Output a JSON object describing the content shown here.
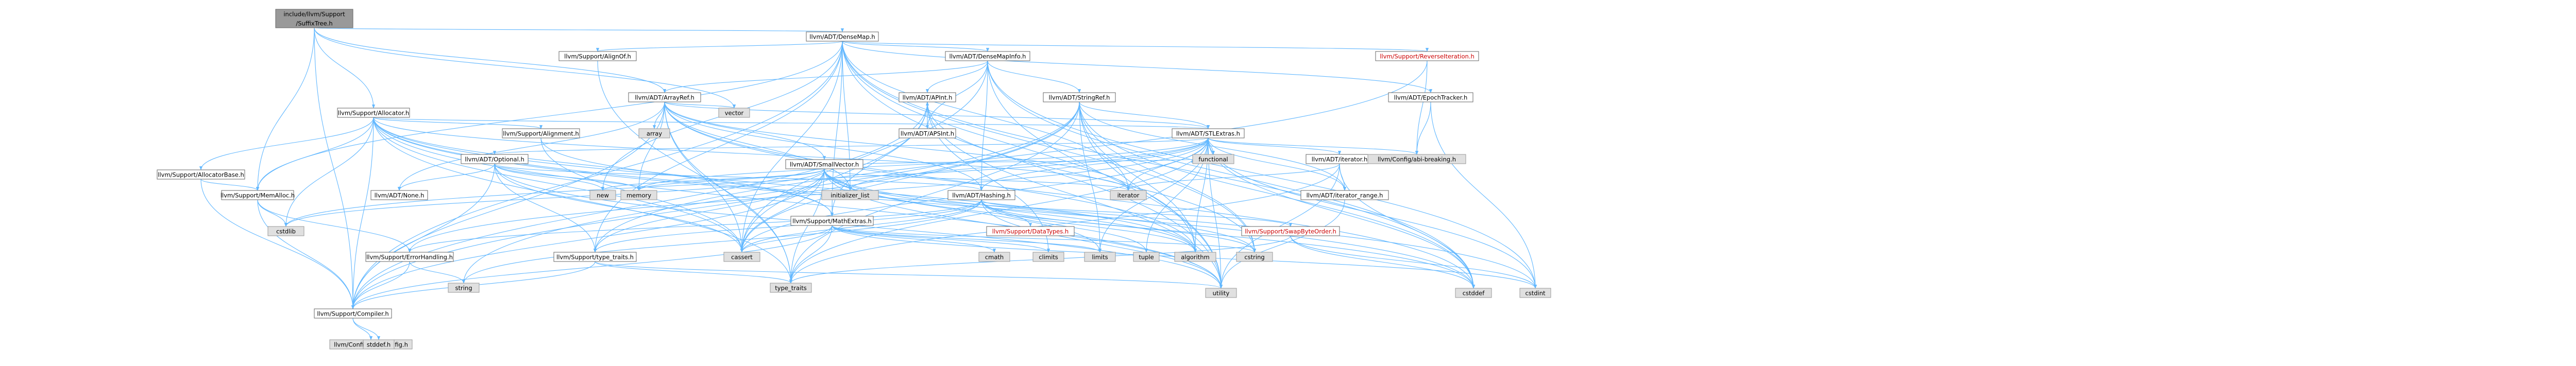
{
  "colors": {
    "root_fill": "#999999",
    "root_stroke": "#666666",
    "node_fill": "#ffffff",
    "node_stroke": "#666666",
    "system_fill": "#e0e0e0",
    "system_stroke": "#999999",
    "cycle_text": "#cc0000",
    "node_text": "#000000",
    "edge": "#63b8ff"
  },
  "nodes": [
    {
      "id": "root",
      "label": "include/llvm/Support\n/SuffixTree.h",
      "kind": "root"
    },
    {
      "id": "densemap",
      "label": "llvm/ADT/DenseMap.h",
      "kind": "header"
    },
    {
      "id": "densemapinfo",
      "label": "llvm/ADT/DenseMapInfo.h",
      "kind": "header"
    },
    {
      "id": "reversein",
      "label": "llvm/Support/ReverseIteration.h",
      "kind": "cycle"
    },
    {
      "id": "epochtracker",
      "label": "llvm/ADT/EpochTracker.h",
      "kind": "header"
    },
    {
      "id": "alignof",
      "label": "llvm/Support/AlignOf.h",
      "kind": "header"
    },
    {
      "id": "allocator",
      "label": "llvm/Support/Allocator.h",
      "kind": "header"
    },
    {
      "id": "arrayref",
      "label": "llvm/ADT/ArrayRef.h",
      "kind": "header"
    },
    {
      "id": "apint",
      "label": "llvm/ADT/APInt.h",
      "kind": "header"
    },
    {
      "id": "stringref",
      "label": "llvm/ADT/StringRef.h",
      "kind": "header"
    },
    {
      "id": "apsint",
      "label": "llvm/ADT/APSInt.h",
      "kind": "header"
    },
    {
      "id": "stlextras",
      "label": "llvm/ADT/STLExtras.h",
      "kind": "header"
    },
    {
      "id": "iteratorh",
      "label": "llvm/ADT/iterator.h",
      "kind": "header"
    },
    {
      "id": "iteratorrange",
      "label": "llvm/ADT/iterator_range.h",
      "kind": "header"
    },
    {
      "id": "smallvector",
      "label": "llvm/ADT/SmallVector.h",
      "kind": "header"
    },
    {
      "id": "optional",
      "label": "llvm/ADT/Optional.h",
      "kind": "header"
    },
    {
      "id": "noneh",
      "label": "llvm/ADT/None.h",
      "kind": "header"
    },
    {
      "id": "hashing",
      "label": "llvm/ADT/Hashing.h",
      "kind": "header"
    },
    {
      "id": "mathextras",
      "label": "llvm/Support/MathExtras.h",
      "kind": "header"
    },
    {
      "id": "alignment",
      "label": "llvm/Support/Alignment.h",
      "kind": "header"
    },
    {
      "id": "allocatorbase",
      "label": "llvm/Support/AllocatorBase.h",
      "kind": "header"
    },
    {
      "id": "memalloc",
      "label": "llvm/Support/MemAlloc.h",
      "kind": "header"
    },
    {
      "id": "errorhandling",
      "label": "llvm/Support/ErrorHandling.h",
      "kind": "header"
    },
    {
      "id": "typetraits",
      "label": "llvm/Support/type_traits.h",
      "kind": "header"
    },
    {
      "id": "compiler",
      "label": "llvm/Support/Compiler.h",
      "kind": "header"
    },
    {
      "id": "llvmconfig",
      "label": "llvm/Config/llvm-config.h",
      "kind": "system"
    },
    {
      "id": "abibreaking",
      "label": "llvm/Config/abi-breaking.h",
      "kind": "system"
    },
    {
      "id": "datatypes",
      "label": "llvm/Support/DataTypes.h",
      "kind": "cycle"
    },
    {
      "id": "swapbyteorder",
      "label": "llvm/Support/SwapByteOrder.h",
      "kind": "cycle"
    },
    {
      "id": "s_array",
      "label": "array",
      "kind": "system"
    },
    {
      "id": "s_vector",
      "label": "vector",
      "kind": "system"
    },
    {
      "id": "s_functional",
      "label": "functional",
      "kind": "system"
    },
    {
      "id": "s_iterator",
      "label": "iterator",
      "kind": "system"
    },
    {
      "id": "s_memory",
      "label": "memory",
      "kind": "system"
    },
    {
      "id": "s_new",
      "label": "new",
      "kind": "system"
    },
    {
      "id": "s_initlist",
      "label": "initializer_list",
      "kind": "system"
    },
    {
      "id": "s_cstdlib",
      "label": "cstdlib",
      "kind": "system"
    },
    {
      "id": "s_cassert",
      "label": "cassert",
      "kind": "system"
    },
    {
      "id": "s_cmath",
      "label": "cmath",
      "kind": "system"
    },
    {
      "id": "s_climits",
      "label": "climits",
      "kind": "system"
    },
    {
      "id": "s_limits",
      "label": "limits",
      "kind": "system"
    },
    {
      "id": "s_tuple",
      "label": "tuple",
      "kind": "system"
    },
    {
      "id": "s_algorithm",
      "label": "algorithm",
      "kind": "system"
    },
    {
      "id": "s_cstring",
      "label": "cstring",
      "kind": "system"
    },
    {
      "id": "s_string",
      "label": "string",
      "kind": "system"
    },
    {
      "id": "s_typetraits",
      "label": "type_traits",
      "kind": "system"
    },
    {
      "id": "s_utility",
      "label": "utility",
      "kind": "system"
    },
    {
      "id": "s_cstdint",
      "label": "cstdint",
      "kind": "system"
    },
    {
      "id": "s_cstddef",
      "label": "cstddef",
      "kind": "system"
    },
    {
      "id": "s_stddef",
      "label": "stddef.h",
      "kind": "system"
    }
  ],
  "edges": [
    [
      "root",
      "densemap"
    ],
    [
      "root",
      "allocator"
    ],
    [
      "root",
      "arrayref"
    ],
    [
      "root",
      "compiler"
    ],
    [
      "root",
      "memalloc"
    ],
    [
      "root",
      "s_vector"
    ],
    [
      "densemap",
      "densemapinfo"
    ],
    [
      "densemap",
      "epochtracker"
    ],
    [
      "densemap",
      "alignof"
    ],
    [
      "densemap",
      "compiler"
    ],
    [
      "densemap",
      "mathextras"
    ],
    [
      "densemap",
      "memalloc"
    ],
    [
      "densemap",
      "reversein"
    ],
    [
      "densemap",
      "typetraits"
    ],
    [
      "densemap",
      "s_algorithm"
    ],
    [
      "densemap",
      "s_cassert"
    ],
    [
      "densemap",
      "s_cstddef"
    ],
    [
      "densemap",
      "s_cstring"
    ],
    [
      "densemap",
      "s_initlist"
    ],
    [
      "densemap",
      "s_iterator"
    ],
    [
      "densemap",
      "s_new"
    ],
    [
      "densemap",
      "s_utility"
    ],
    [
      "densemapinfo",
      "apint"
    ],
    [
      "densemapinfo",
      "apsint"
    ],
    [
      "densemapinfo",
      "arrayref"
    ],
    [
      "densemapinfo",
      "hashing"
    ],
    [
      "densemapinfo",
      "stringref"
    ],
    [
      "densemapinfo",
      "s_cassert"
    ],
    [
      "densemapinfo",
      "s_cstddef"
    ],
    [
      "densemapinfo",
      "s_cstdint"
    ],
    [
      "densemapinfo",
      "s_utility"
    ],
    [
      "reversein",
      "abibreaking"
    ],
    [
      "reversein",
      "typetraits"
    ],
    [
      "epochtracker",
      "abibreaking"
    ],
    [
      "epochtracker",
      "s_cstdint"
    ],
    [
      "alignof",
      "s_typetraits"
    ],
    [
      "allocator",
      "stlextras"
    ],
    [
      "allocator",
      "alignment"
    ],
    [
      "allocator",
      "allocatorbase"
    ],
    [
      "allocator",
      "compiler"
    ],
    [
      "allocator",
      "mathextras"
    ],
    [
      "allocator",
      "memalloc"
    ],
    [
      "allocator",
      "s_algorithm"
    ],
    [
      "allocator",
      "s_cassert"
    ],
    [
      "allocator",
      "s_cstddef"
    ],
    [
      "allocator",
      "s_cstdint"
    ],
    [
      "allocator",
      "s_cstdlib"
    ],
    [
      "allocator",
      "s_iterator"
    ],
    [
      "allocator",
      "s_typetraits"
    ],
    [
      "allocator",
      "s_utility"
    ],
    [
      "arrayref",
      "hashing"
    ],
    [
      "arrayref",
      "noneh"
    ],
    [
      "arrayref",
      "smallvector"
    ],
    [
      "arrayref",
      "stlextras"
    ],
    [
      "arrayref",
      "compiler"
    ],
    [
      "arrayref",
      "s_algorithm"
    ],
    [
      "arrayref",
      "s_array"
    ],
    [
      "arrayref",
      "s_cassert"
    ],
    [
      "arrayref",
      "s_cstddef"
    ],
    [
      "arrayref",
      "s_initlist"
    ],
    [
      "arrayref",
      "s_iterator"
    ],
    [
      "arrayref",
      "s_memory"
    ],
    [
      "arrayref",
      "s_typetraits"
    ],
    [
      "arrayref",
      "s_vector"
    ],
    [
      "apint",
      "compiler"
    ],
    [
      "apint",
      "mathextras"
    ],
    [
      "apint",
      "s_cassert"
    ],
    [
      "apint",
      "s_climits"
    ],
    [
      "apint",
      "s_cstring"
    ],
    [
      "apint",
      "s_utility"
    ],
    [
      "apsint",
      "apint"
    ],
    [
      "stringref",
      "stlextras"
    ],
    [
      "stringref",
      "iteratorrange"
    ],
    [
      "stringref",
      "compiler"
    ],
    [
      "stringref",
      "s_algorithm"
    ],
    [
      "stringref",
      "s_cassert"
    ],
    [
      "stringref",
      "s_cstddef"
    ],
    [
      "stringref",
      "s_cstring"
    ],
    [
      "stringref",
      "s_limits"
    ],
    [
      "stringref",
      "s_string"
    ],
    [
      "stringref",
      "s_typetraits"
    ],
    [
      "stringref",
      "s_utility"
    ],
    [
      "stlextras",
      "optional"
    ],
    [
      "stlextras",
      "iteratorh"
    ],
    [
      "stlextras",
      "iteratorrange"
    ],
    [
      "stlextras",
      "hashing"
    ],
    [
      "stlextras",
      "abibreaking"
    ],
    [
      "stlextras",
      "errorhandling"
    ],
    [
      "stlextras",
      "s_algorithm"
    ],
    [
      "stlextras",
      "s_cassert"
    ],
    [
      "stlextras",
      "s_cstddef"
    ],
    [
      "stlextras",
      "s_cstdint"
    ],
    [
      "stlextras",
      "s_cstdlib"
    ],
    [
      "stlextras",
      "s_functional"
    ],
    [
      "stlextras",
      "s_initlist"
    ],
    [
      "stlextras",
      "s_iterator"
    ],
    [
      "stlextras",
      "s_limits"
    ],
    [
      "stlextras",
      "s_memory"
    ],
    [
      "stlextras",
      "s_tuple"
    ],
    [
      "stlextras",
      "s_typetraits"
    ],
    [
      "stlextras",
      "s_utility"
    ],
    [
      "iteratorh",
      "iteratorrange"
    ],
    [
      "iteratorh",
      "s_cstddef"
    ],
    [
      "iteratorh",
      "s_iterator"
    ],
    [
      "iteratorh",
      "s_typetraits"
    ],
    [
      "iteratorh",
      "s_utility"
    ],
    [
      "iteratorrange",
      "s_utility"
    ],
    [
      "smallvector",
      "compiler"
    ],
    [
      "smallvector",
      "typetraits"
    ],
    [
      "smallvector",
      "s_algorithm"
    ],
    [
      "smallvector",
      "s_cassert"
    ],
    [
      "smallvector",
      "s_cstddef"
    ],
    [
      "smallvector",
      "s_cstdlib"
    ],
    [
      "smallvector",
      "s_cstring"
    ],
    [
      "smallvector",
      "s_functional"
    ],
    [
      "smallvector",
      "s_initlist"
    ],
    [
      "smallvector",
      "s_iterator"
    ],
    [
      "smallvector",
      "s_limits"
    ],
    [
      "smallvector",
      "s_memory"
    ],
    [
      "smallvector",
      "s_new"
    ],
    [
      "smallvector",
      "s_typetraits"
    ],
    [
      "smallvector",
      "s_utility"
    ],
    [
      "optional",
      "hashing"
    ],
    [
      "optional",
      "noneh"
    ],
    [
      "optional",
      "compiler"
    ],
    [
      "optional",
      "typetraits"
    ],
    [
      "optional",
      "s_cassert"
    ],
    [
      "optional",
      "s_memory"
    ],
    [
      "optional",
      "s_new"
    ],
    [
      "optional",
      "s_utility"
    ],
    [
      "hashing",
      "errorhandling"
    ],
    [
      "hashing",
      "datatypes"
    ],
    [
      "hashing",
      "swapbyteorder"
    ],
    [
      "hashing",
      "typetraits"
    ],
    [
      "hashing",
      "s_algorithm"
    ],
    [
      "hashing",
      "s_cassert"
    ],
    [
      "hashing",
      "s_cstring"
    ],
    [
      "hashing",
      "s_string"
    ],
    [
      "hashing",
      "s_tuple"
    ],
    [
      "hashing",
      "s_utility"
    ],
    [
      "mathextras",
      "compiler"
    ],
    [
      "mathextras",
      "s_cassert"
    ],
    [
      "mathextras",
      "s_climits"
    ],
    [
      "mathextras",
      "s_cmath"
    ],
    [
      "mathextras",
      "s_cstdint"
    ],
    [
      "mathextras",
      "s_cstring"
    ],
    [
      "mathextras",
      "s_limits"
    ],
    [
      "mathextras",
      "s_typetraits"
    ],
    [
      "alignment",
      "mathextras"
    ],
    [
      "alignment",
      "s_cassert"
    ],
    [
      "alignment",
      "s_optional_dummy"
    ],
    [
      "allocatorbase",
      "compiler"
    ],
    [
      "allocatorbase",
      "memalloc"
    ],
    [
      "memalloc",
      "compiler"
    ],
    [
      "memalloc",
      "errorhandling"
    ],
    [
      "memalloc",
      "s_cstdlib"
    ],
    [
      "errorhandling",
      "compiler"
    ],
    [
      "errorhandling",
      "s_string"
    ],
    [
      "typetraits",
      "compiler"
    ],
    [
      "typetraits",
      "s_typetraits"
    ],
    [
      "typetraits",
      "s_utility"
    ],
    [
      "compiler",
      "llvmconfig"
    ],
    [
      "compiler",
      "s_stddef"
    ],
    [
      "swapbyteorder",
      "s_cstddef"
    ],
    [
      "swapbyteorder",
      "s_cstdint"
    ],
    [
      "swapbyteorder",
      "s_typetraits"
    ]
  ]
}
